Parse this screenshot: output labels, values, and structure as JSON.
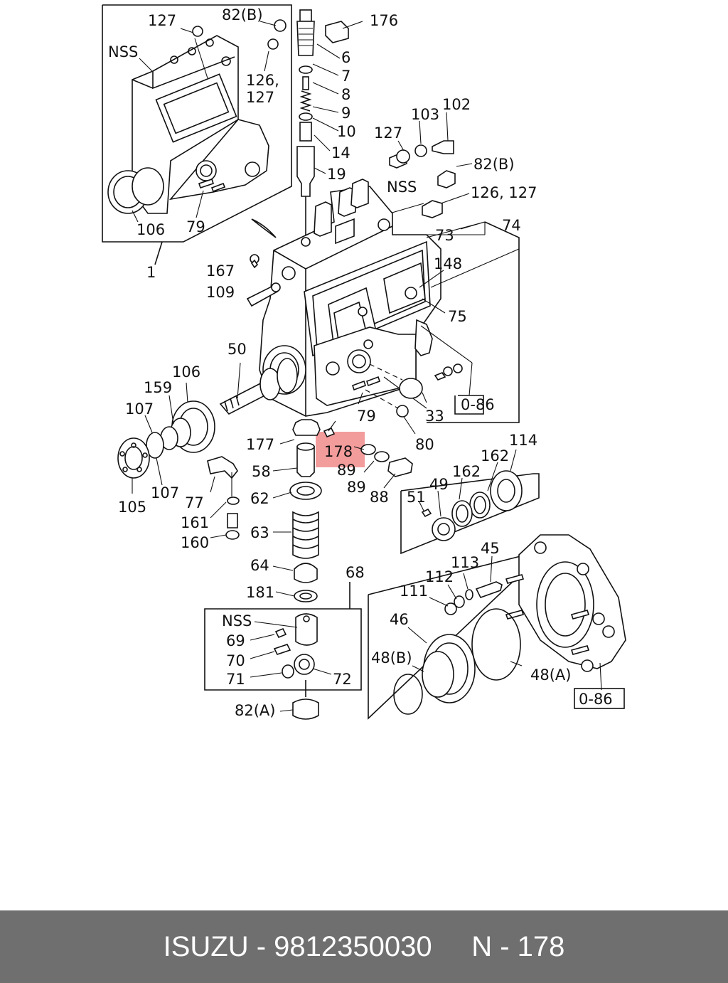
{
  "footer": {
    "brand": "ISUZU",
    "separator": " - ",
    "part_number": "9812350030",
    "spacer": "     ",
    "ref_prefix": "N",
    "ref_sep": " - ",
    "ref_number": "178"
  },
  "diagram": {
    "highlight_color": "#f08080",
    "callouts": {
      "c127a": "127",
      "c82b_top": "82(B)",
      "nss_top": "NSS",
      "c126_127a": "126,",
      "c127b": "127",
      "c106_top": "106",
      "c79_top": "79",
      "c1": "1",
      "c176": "176",
      "c6": "6",
      "c7": "7",
      "c8": "8",
      "c9": "9",
      "c10": "10",
      "c14": "14",
      "c19": "19",
      "c127_mid": "127",
      "c103": "103",
      "c102": "102",
      "c82b_mid": "82(B)",
      "nss_mid": "NSS",
      "c126_127_mid": "126, 127",
      "c73": "73",
      "c74": "74",
      "c167": "167",
      "c109": "109",
      "c148": "148",
      "c75": "75",
      "c50": "50",
      "c106_mid": "106",
      "c159": "159",
      "c107a": "107",
      "c105": "105",
      "c107b": "107",
      "c79_mid": "79",
      "c33": "33",
      "c0_86_mid": "0-86",
      "c177": "177",
      "c178": "178",
      "c80": "80",
      "c58": "58",
      "c89a": "89",
      "c89b": "89",
      "c88": "88",
      "c77": "77",
      "c62": "62",
      "c161": "161",
      "c63": "63",
      "c160": "160",
      "c114": "114",
      "c162a": "162",
      "c162b": "162",
      "c49": "49",
      "c51": "51",
      "c45": "45",
      "c64": "64",
      "c68": "68",
      "c113": "113",
      "c112": "112",
      "c181": "181",
      "c111": "111",
      "nss_bot": "NSS",
      "c69": "69",
      "c46": "46",
      "c70": "70",
      "c48b": "48(B)",
      "c71": "71",
      "c72": "72",
      "c48a": "48(A)",
      "c0_86_bot": "0-86",
      "c82a": "82(A)"
    }
  }
}
